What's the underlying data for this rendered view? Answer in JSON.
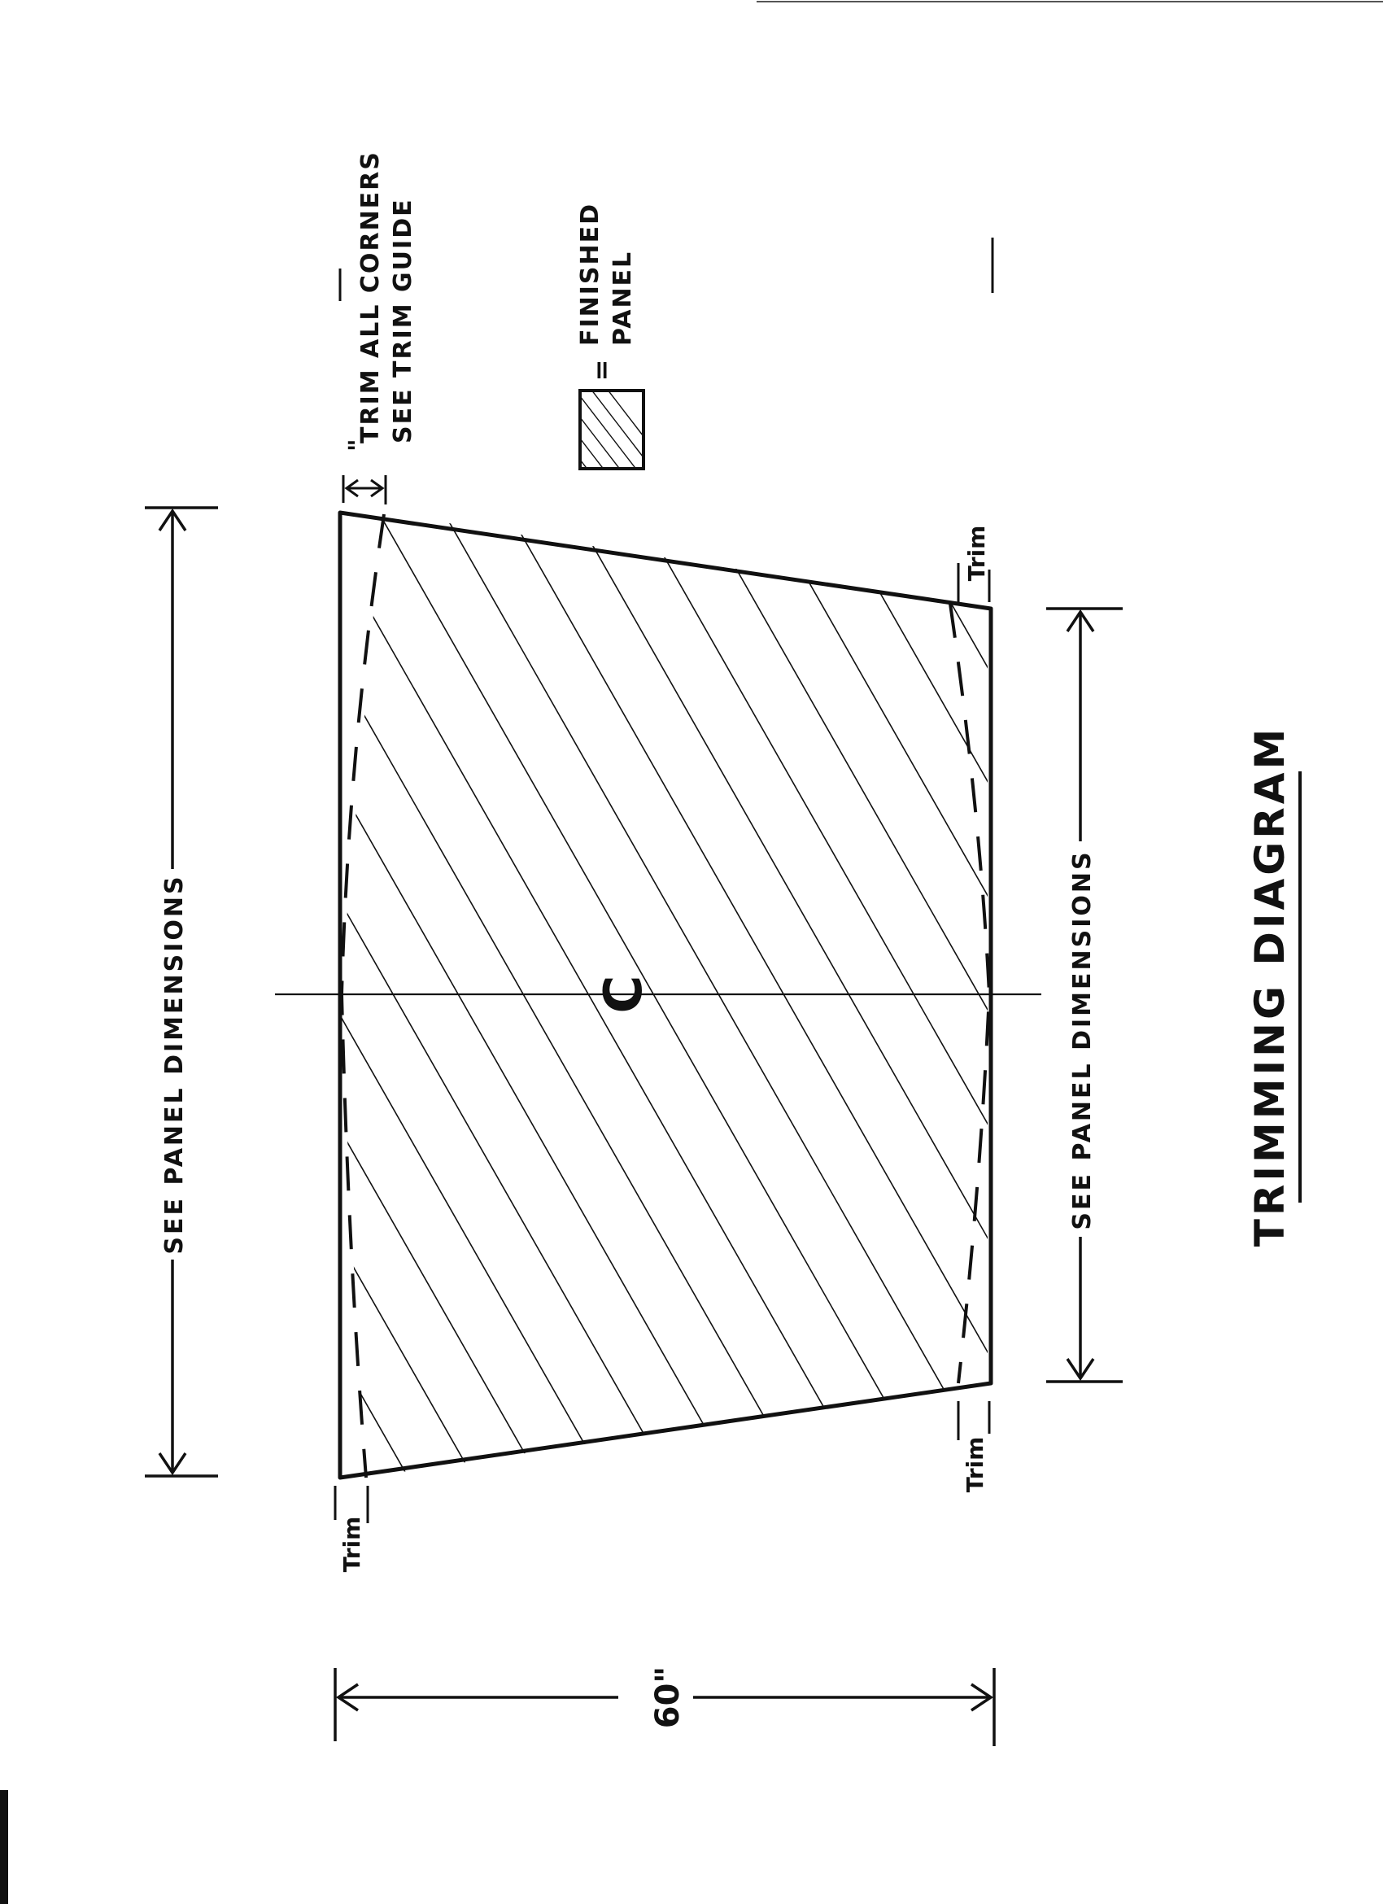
{
  "diagram": {
    "title": "TRIMMING DIAGRAM",
    "center_mark": "C",
    "dimension_left": "SEE PANEL DIMENSIONS",
    "dimension_right": "SEE PANEL DIMENSIONS",
    "dimension_width": "60\"",
    "trim_note_line1": "TRIM ALL CORNERS",
    "trim_note_line2": "SEE TRIM GUIDE",
    "trim_note_quote": "\"",
    "legend_line1": "FINISHED",
    "legend_line2": "PANEL",
    "legend_equals": "=",
    "trim_label": "Trim"
  },
  "colors": {
    "ink": "#111111",
    "paper": "#ffffff"
  }
}
